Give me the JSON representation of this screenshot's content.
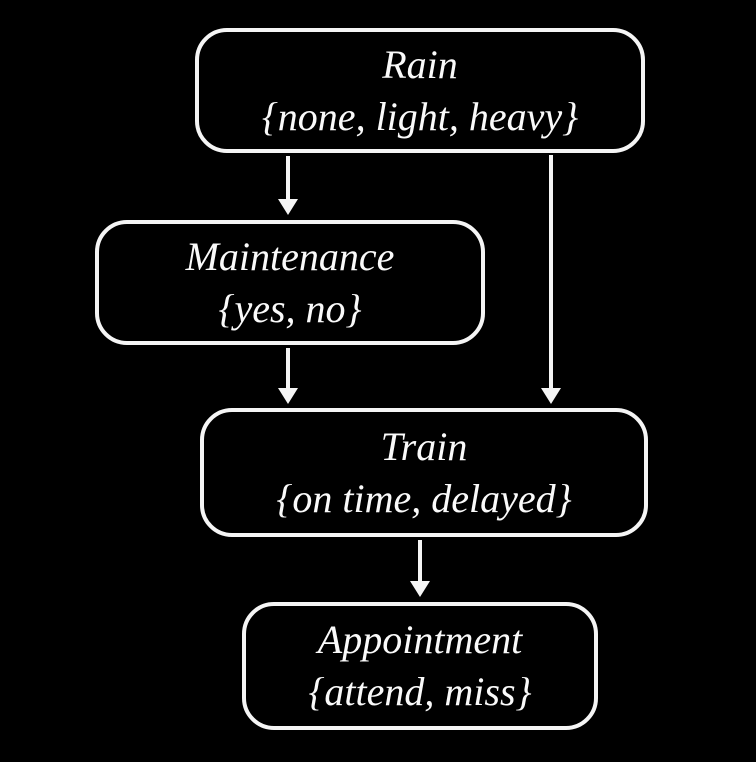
{
  "diagram": {
    "colors": {
      "background": "#000000",
      "node_border": "#f5f5f5",
      "node_text": "#fafafa",
      "arrow": "#f5f5f5"
    },
    "nodes": {
      "rain": {
        "name": "Rain",
        "values": "{none, light, heavy}"
      },
      "maintenance": {
        "name": "Maintenance",
        "values": "{yes, no}"
      },
      "train": {
        "name": "Train",
        "values": "{on time, delayed}"
      },
      "appointment": {
        "name": "Appointment",
        "values": "{attend, miss}"
      }
    },
    "edges": [
      {
        "from": "Rain",
        "to": "Maintenance"
      },
      {
        "from": "Rain",
        "to": "Train"
      },
      {
        "from": "Maintenance",
        "to": "Train"
      },
      {
        "from": "Train",
        "to": "Appointment"
      }
    ]
  }
}
